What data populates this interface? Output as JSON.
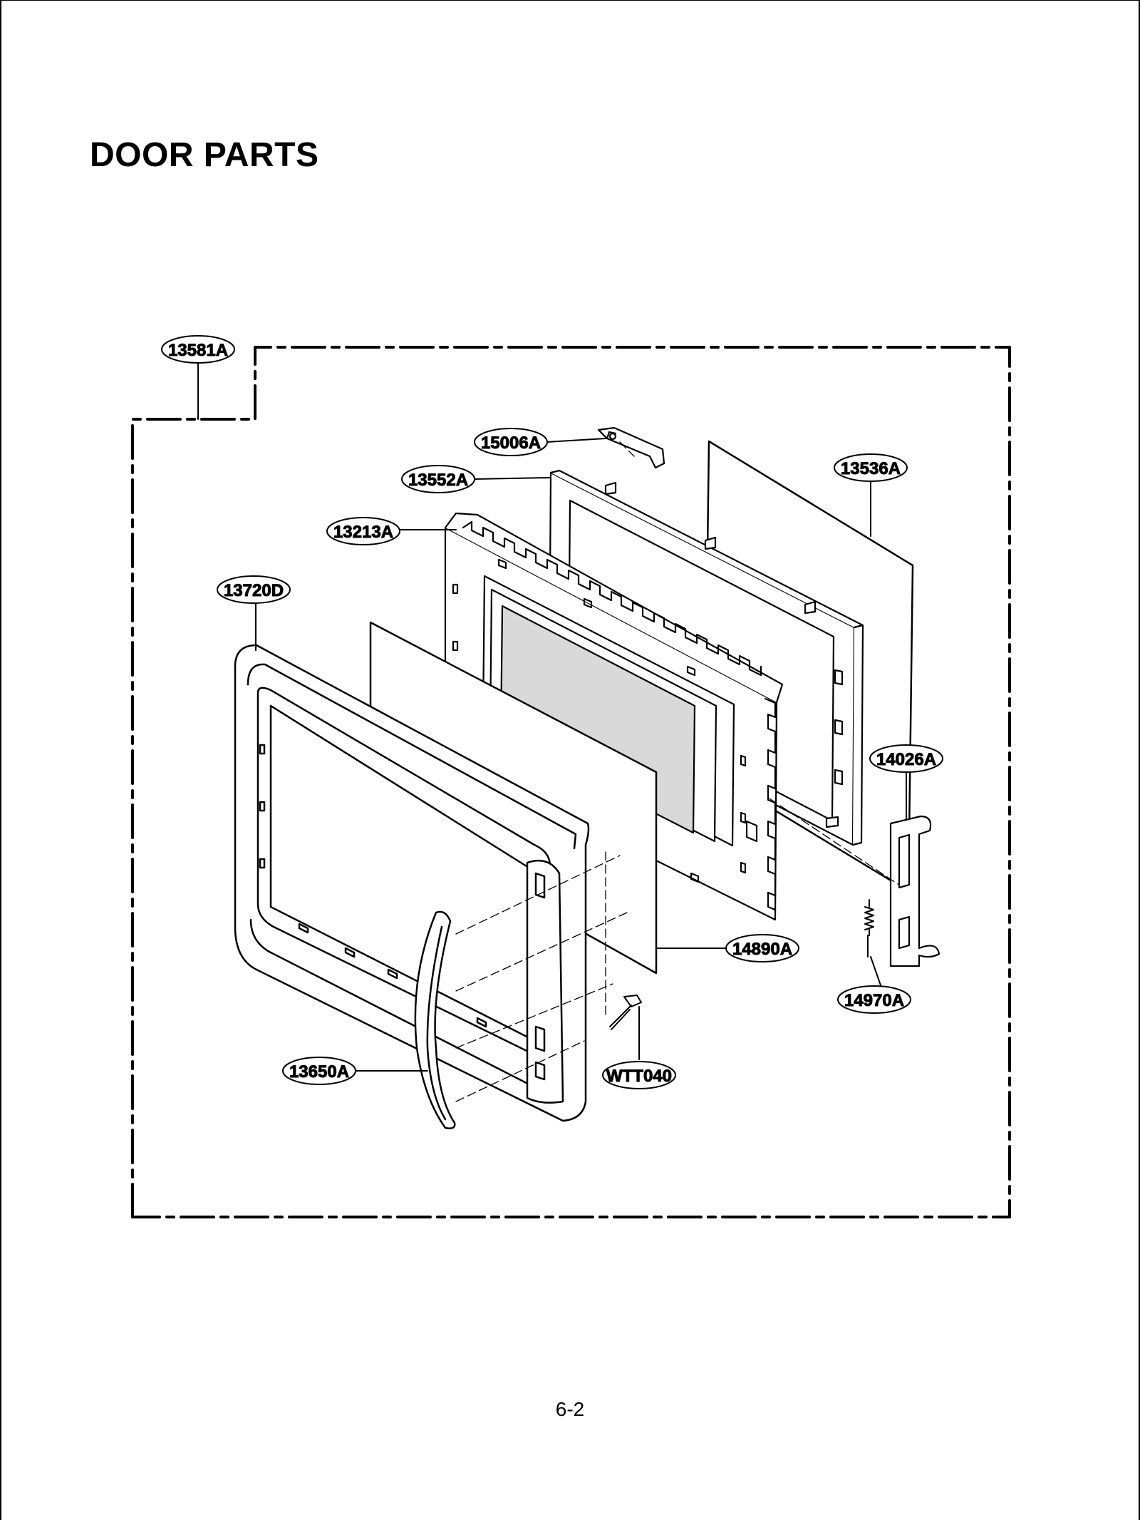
{
  "title": "DOOR PARTS",
  "page_number": "6-2",
  "callouts": {
    "assembly": "13581A",
    "hinge_bracket": "15006A",
    "choke_frame": "13552A",
    "inner_panel": "13536A",
    "door_frame": "13213A",
    "door_front": "13720D",
    "latch_hook": "14026A",
    "glass_panel": "14890A",
    "spring": "14970A",
    "handle": "13650A",
    "screw": "WTT040"
  },
  "colors": {
    "line": "#000000",
    "window_fill": "#d9d9d9",
    "part_fill": "#ffffff"
  }
}
